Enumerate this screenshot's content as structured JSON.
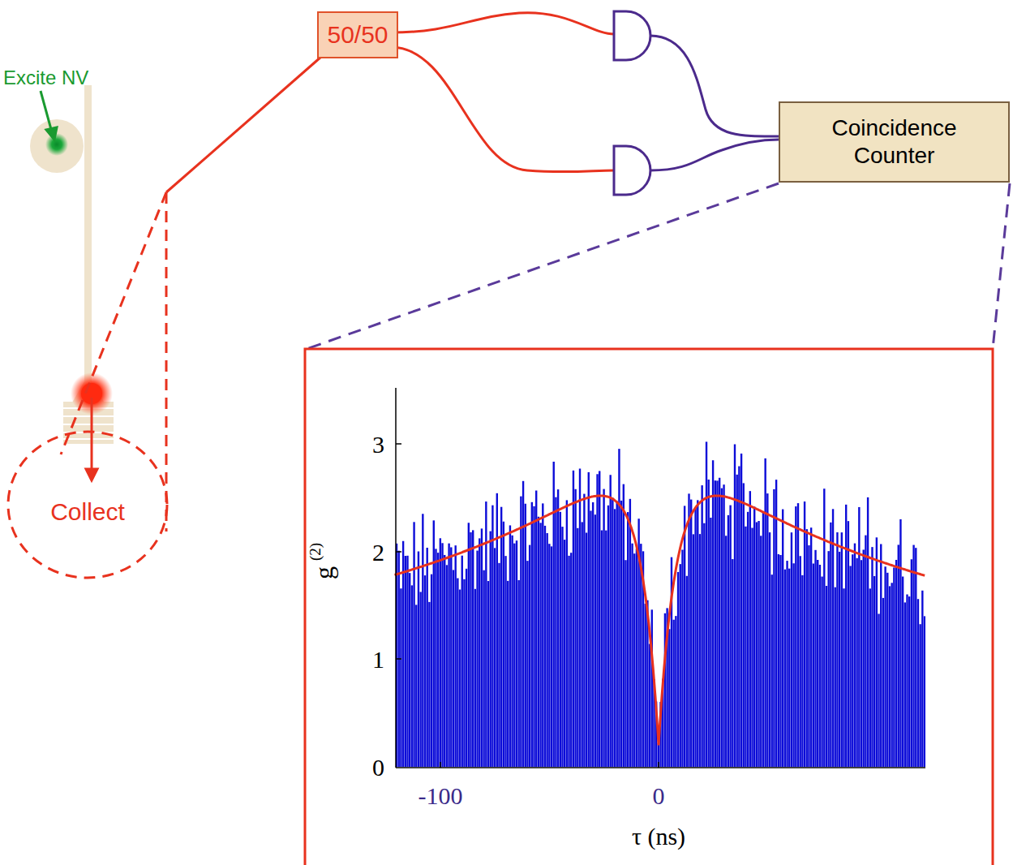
{
  "diagram": {
    "nodes": [
      {
        "text": [
          "50/50"
        ]
      },
      {
        "text": [
          "Coincidence Counter"
        ]
      }
    ],
    "labels": [
      "Excite NV",
      "Collect",
      "3",
      "2",
      "1",
      "0",
      "g",
      "(2)",
      "-100",
      "0",
      "τ (ns)"
    ]
  }
}
